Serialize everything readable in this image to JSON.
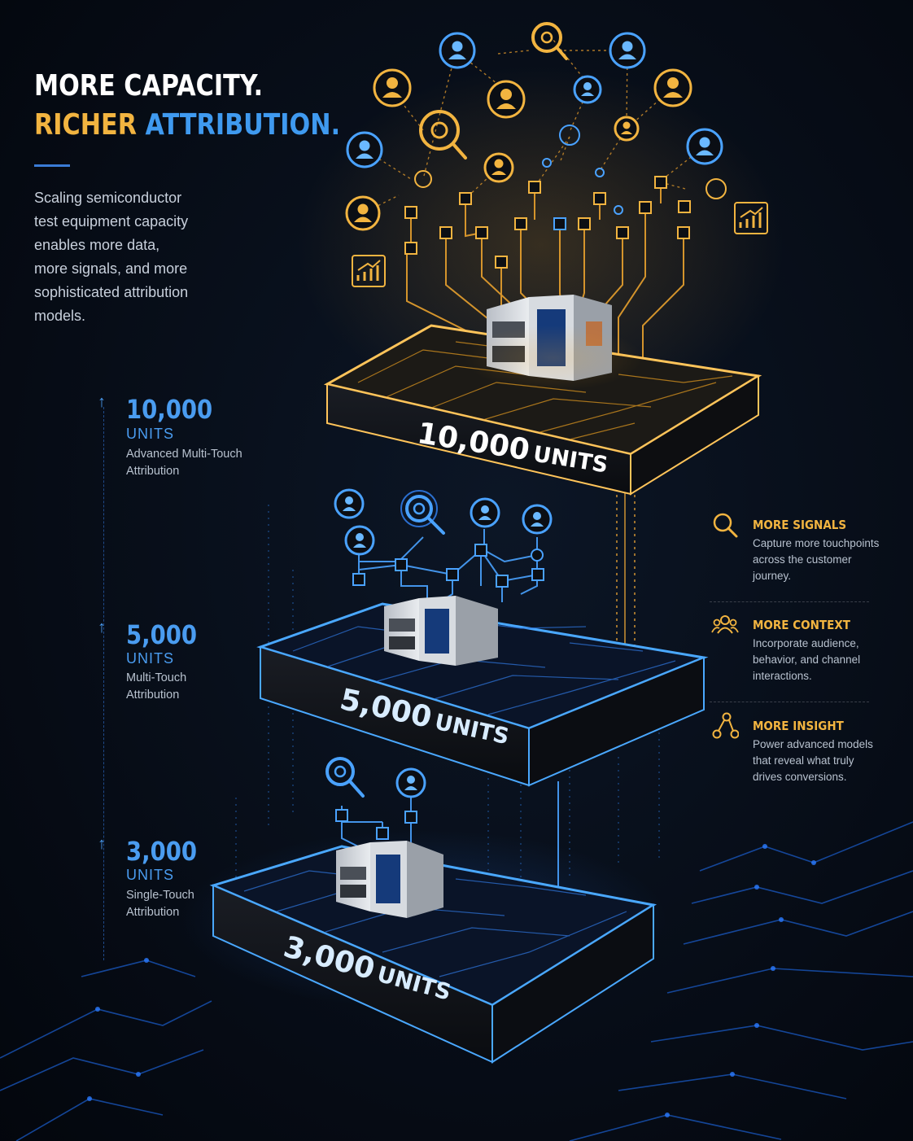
{
  "headline": {
    "line1": "MORE CAPACITY.",
    "line2_word1": "RICHER",
    "line2_word2": "ATTRIBUTION."
  },
  "intro": {
    "lines": [
      "Scaling semiconductor",
      "test equipment capacity",
      "enables more data,",
      "more signals, and more",
      "sophisticated attribution",
      "models."
    ]
  },
  "tiers": [
    {
      "value": "10,000",
      "unit": "UNITS",
      "desc_lines": [
        "Advanced Multi-Touch",
        "Attribution"
      ],
      "platform_value": "10,000",
      "platform_unit": "UNITS"
    },
    {
      "value": "5,000",
      "unit": "UNITS",
      "desc_lines": [
        "Multi-Touch",
        "Attribution"
      ],
      "platform_value": "5,000",
      "platform_unit": "UNITS"
    },
    {
      "value": "3,000",
      "unit": "UNITS",
      "desc_lines": [
        "Single-Touch",
        "Attribution"
      ],
      "platform_value": "3,000",
      "platform_unit": "UNITS"
    }
  ],
  "benefits": [
    {
      "title": "MORE SIGNALS",
      "desc_lines": [
        "Capture more touchpoints",
        "across the customer",
        "journey."
      ],
      "icon": "magnifier-icon"
    },
    {
      "title": "MORE CONTEXT",
      "desc_lines": [
        "Incorporate audience,",
        "behavior, and channel",
        "interactions."
      ],
      "icon": "people-group-icon"
    },
    {
      "title": "MORE INSIGHT",
      "desc_lines": [
        "Power advanced models",
        "that reveal what truly",
        "drives conversions."
      ],
      "icon": "network-nodes-icon"
    }
  ],
  "colors": {
    "background": "#050a14",
    "gold": "#f2b440",
    "blue": "#3f9af0",
    "text": "#c8d0dc"
  }
}
